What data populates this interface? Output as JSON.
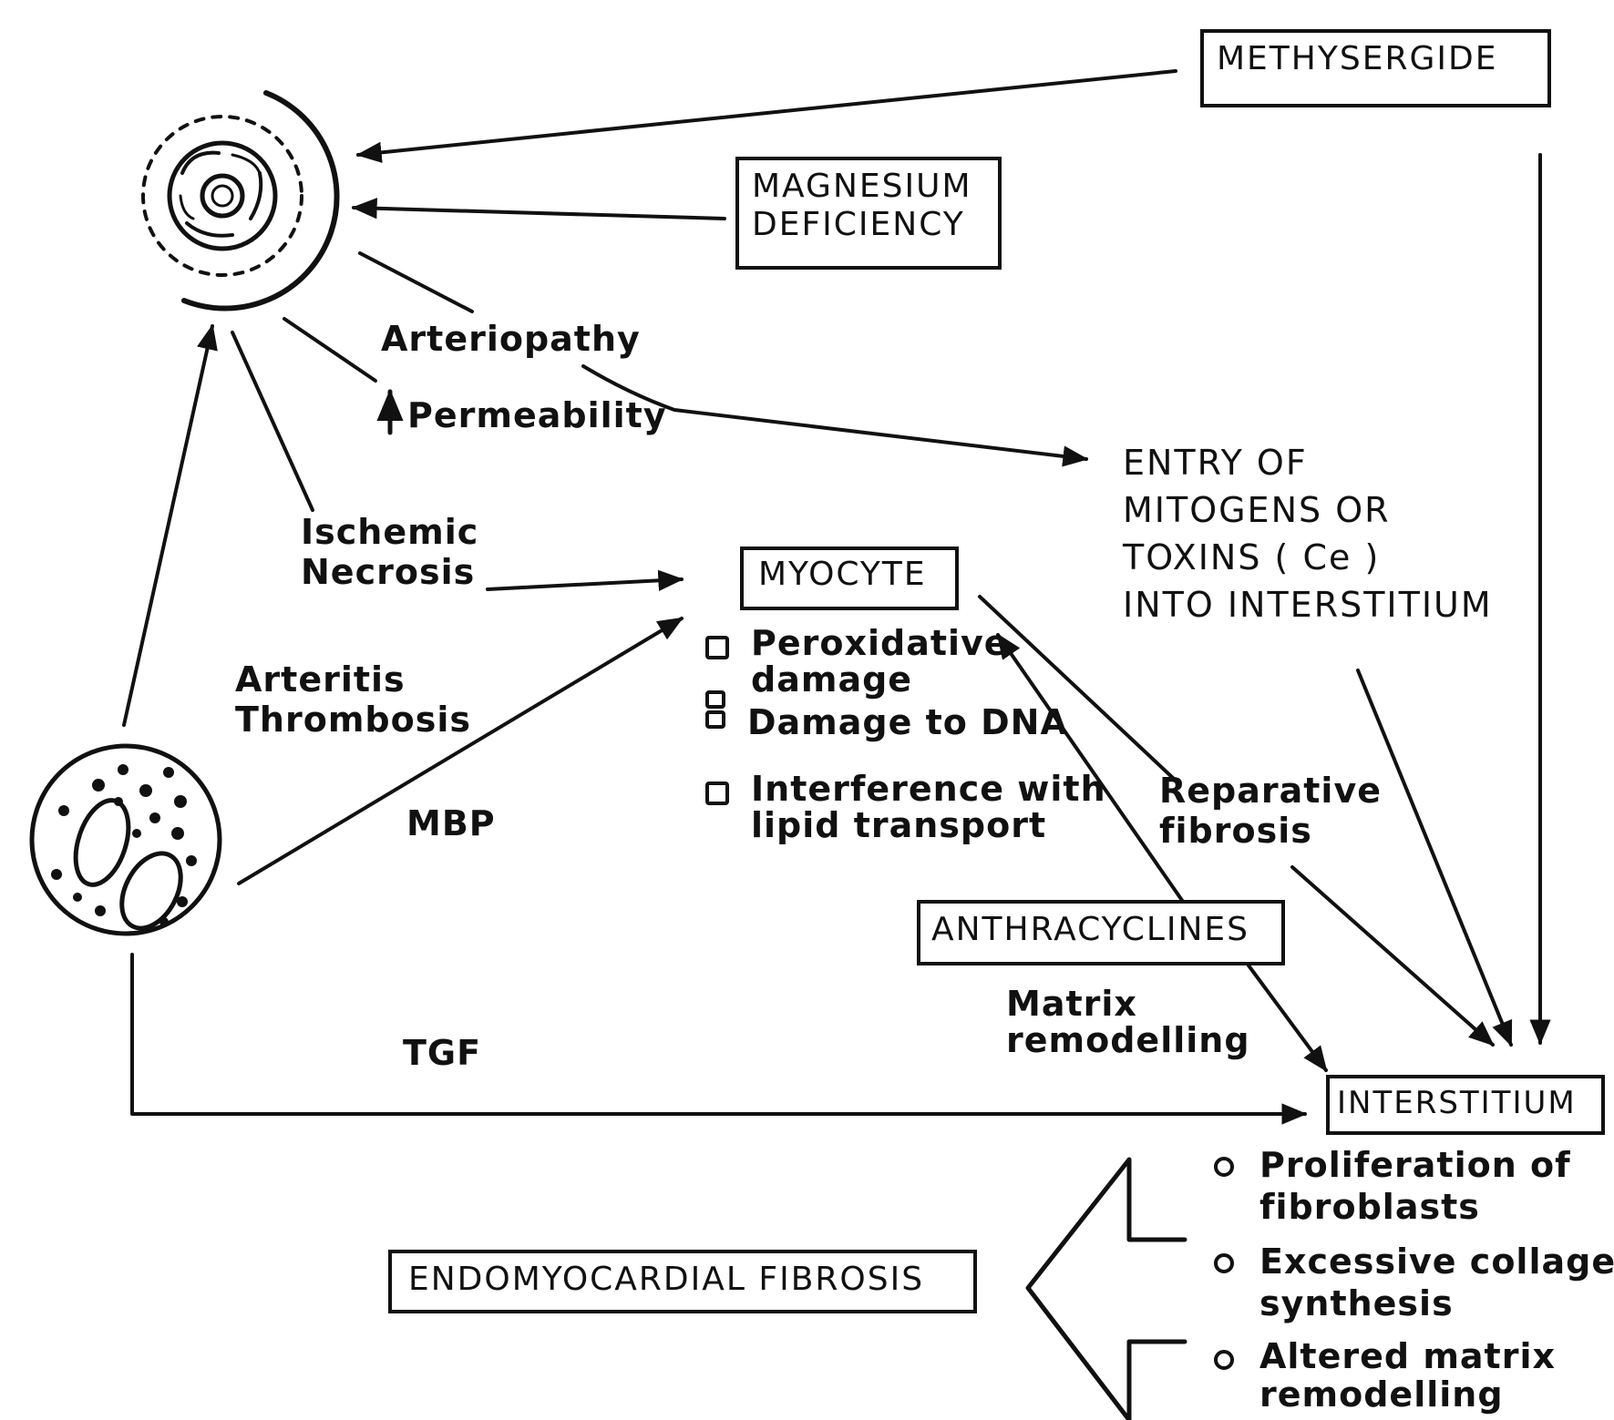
{
  "boxes": {
    "methysergide": "METHYSERGIDE",
    "magnesium": [
      "MAGNESIUM",
      "DEFICIENCY"
    ],
    "myocyte": "MYOCYTE",
    "anthracyclines": "ANTHRACYCLINES",
    "interstitium": "INTERSTITIUM",
    "emf": "ENDOMYOCARDIAL FIBROSIS"
  },
  "labels": {
    "arteriopathy": "Arteriopathy",
    "permeability": "Permeability",
    "ischemic": [
      "Ischemic",
      "Necrosis"
    ],
    "arteritis": [
      "Arteritis",
      "Thrombosis"
    ],
    "mbp": "MBP",
    "tgf": "TGF",
    "entry": [
      "ENTRY OF",
      "MITOGENS OR",
      "TOXINS ( Ce )",
      "INTO INTERSTITIUM"
    ],
    "reparative": [
      "Reparative",
      "fibrosis"
    ],
    "matrix": [
      "Matrix",
      "remodelling"
    ]
  },
  "myocyte_effects": [
    [
      "Peroxidative",
      "damage"
    ],
    [
      "Damage to DNA"
    ],
    [
      "Interference with",
      "lipid transport"
    ]
  ],
  "interstitium_effects": [
    [
      "Proliferation of",
      "fibroblasts"
    ],
    [
      "Excessive collagen",
      "synthesis"
    ],
    [
      "Altered matrix",
      "remodelling"
    ]
  ]
}
